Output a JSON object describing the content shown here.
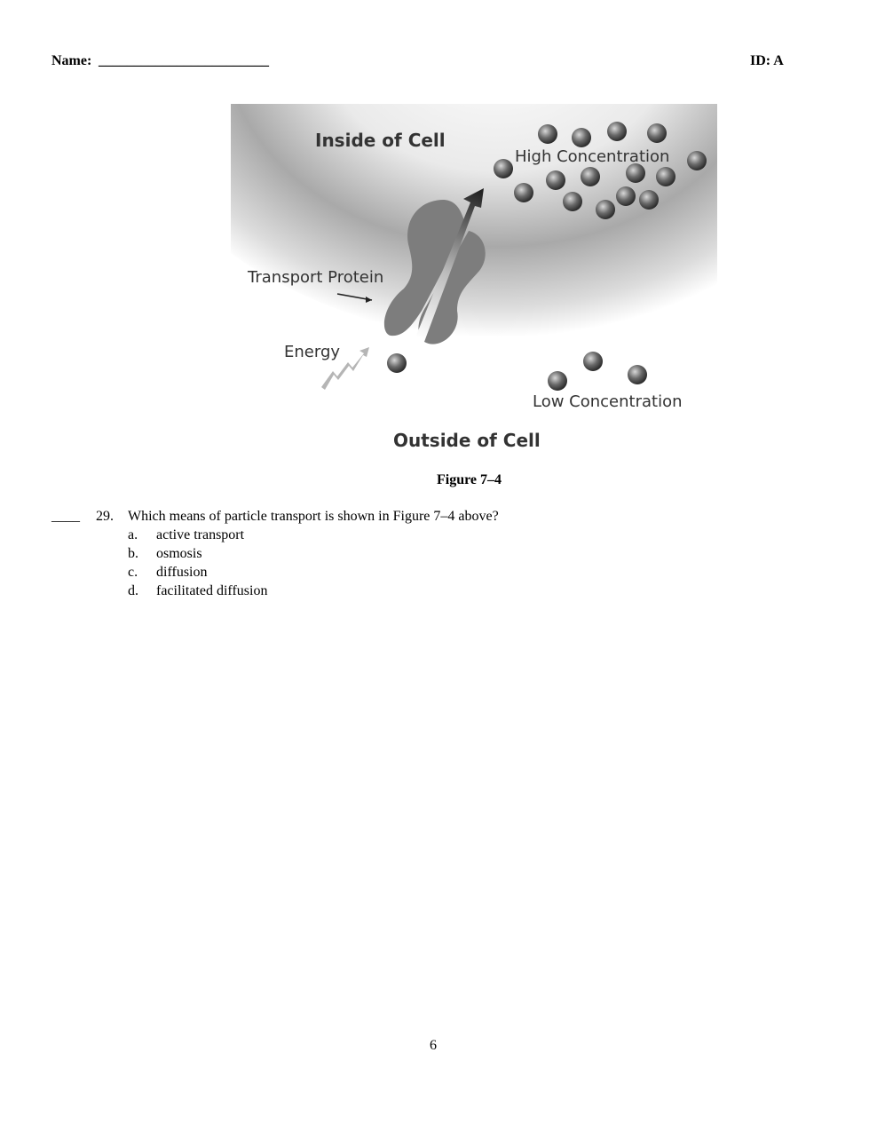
{
  "header": {
    "name_label": "Name:",
    "name_blank": "________________________",
    "id_label": "ID: A"
  },
  "figure": {
    "caption": "Figure 7–4",
    "labels": {
      "inside": "Inside of Cell",
      "high": "High Concentration",
      "protein": "Transport Protein",
      "energy": "Energy",
      "low": "Low Concentration",
      "outside": "Outside of Cell"
    }
  },
  "question": {
    "blank": "____",
    "number": "29.",
    "text": "Which means of particle transport is shown in Figure 7–4 above?",
    "options": [
      {
        "letter": "a.",
        "text": "active transport"
      },
      {
        "letter": "b.",
        "text": "osmosis"
      },
      {
        "letter": "c.",
        "text": "diffusion"
      },
      {
        "letter": "d.",
        "text": "facilitated diffusion"
      }
    ]
  },
  "footer": {
    "page_number": "6"
  }
}
